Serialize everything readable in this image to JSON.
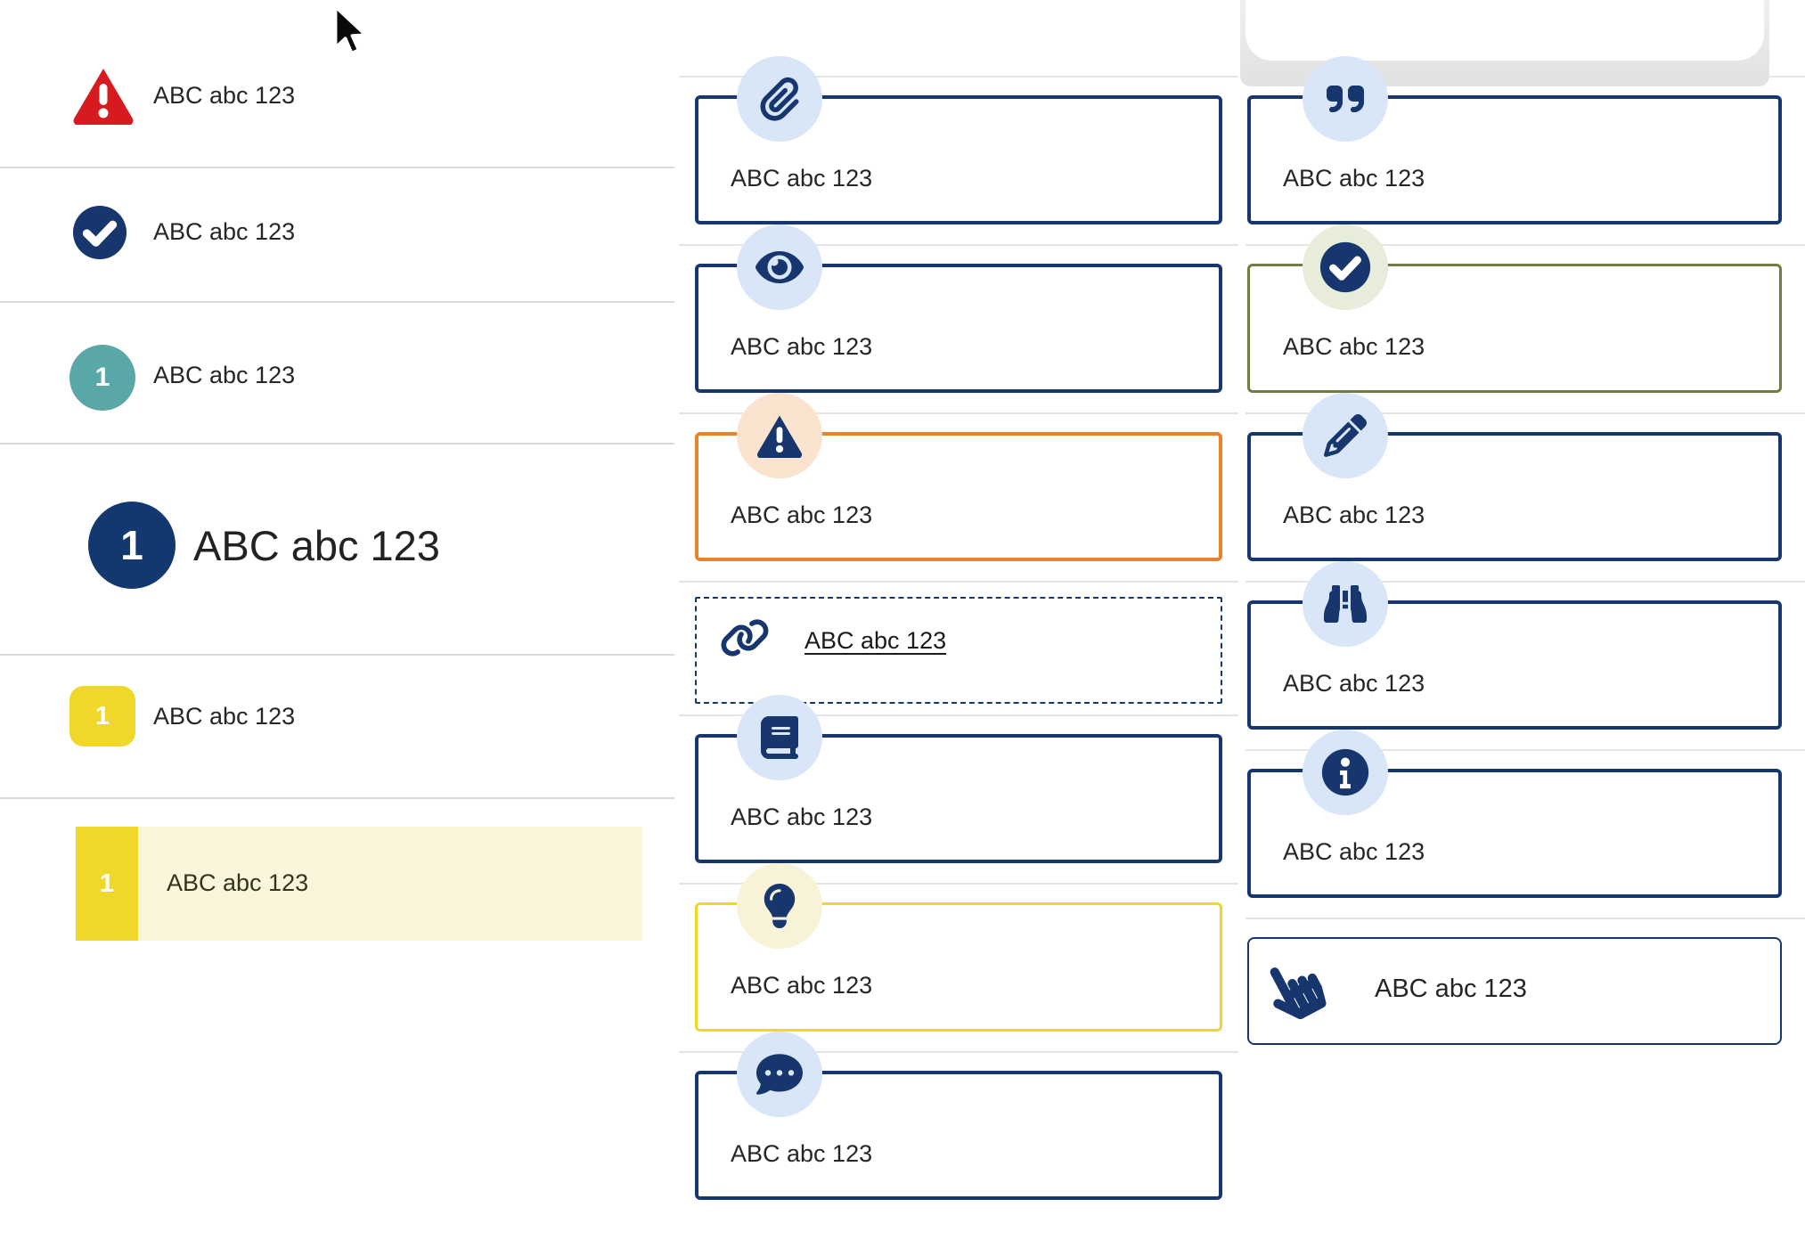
{
  "colors": {
    "navy": "#17366d",
    "red": "#d71920",
    "teal": "#5aa7a7",
    "orange": "#e8832c",
    "yellow_border": "#f0d922",
    "yellow_badge": "#efd829",
    "olive": "#6f7d42",
    "light_blue_circle": "#d9e6f8",
    "peach_circle": "#fbe4cf",
    "pale_yellow_circle": "#f8f3d7",
    "pale_green_circle": "#e7ecdb",
    "highlight_row_bg": "#faf6dc",
    "text": "#262626"
  },
  "left_list": {
    "items": [
      {
        "icon": "warning-triangle-icon",
        "label": "ABC abc 123"
      },
      {
        "icon": "check-circle-icon",
        "label": "ABC abc 123"
      },
      {
        "icon": "teal-number-badge",
        "badge": "1",
        "label": "ABC abc 123"
      },
      {
        "icon": "navy-number-badge-large",
        "badge": "1",
        "label": "ABC abc 123"
      },
      {
        "icon": "yellow-rounded-number-badge",
        "badge": "1",
        "label": "ABC abc 123"
      },
      {
        "icon": "yellow-square-number-badge",
        "badge": "1",
        "label": "ABC abc 123",
        "highlighted": true
      }
    ]
  },
  "middle_callouts": {
    "items": [
      {
        "icon": "paperclip-icon",
        "variant": "navy",
        "text": "ABC abc 123"
      },
      {
        "icon": "eye-icon",
        "variant": "navy",
        "text": "ABC abc 123"
      },
      {
        "icon": "warning-triangle-icon",
        "variant": "orange",
        "text": "ABC abc 123"
      },
      {
        "icon": "link-icon",
        "variant": "dashed-link",
        "text": "ABC abc 123"
      },
      {
        "icon": "book-icon",
        "variant": "navy",
        "text": "ABC abc 123"
      },
      {
        "icon": "lightbulb-icon",
        "variant": "yellow",
        "text": "ABC abc 123"
      },
      {
        "icon": "comment-dots-icon",
        "variant": "navy",
        "text": "ABC abc 123"
      }
    ]
  },
  "right_callouts": {
    "items": [
      {
        "icon": "quote-right-icon",
        "variant": "navy",
        "text": "ABC abc 123"
      },
      {
        "icon": "check-circle-icon",
        "variant": "olive",
        "text": "ABC abc 123"
      },
      {
        "icon": "pencil-icon",
        "variant": "navy",
        "text": "ABC abc 123"
      },
      {
        "icon": "binoculars-icon",
        "variant": "navy",
        "text": "ABC abc 123"
      },
      {
        "icon": "info-circle-icon",
        "variant": "navy",
        "text": "ABC abc 123"
      },
      {
        "icon": "hand-pointer-icon",
        "variant": "plain",
        "text": "ABC abc 123"
      }
    ]
  }
}
